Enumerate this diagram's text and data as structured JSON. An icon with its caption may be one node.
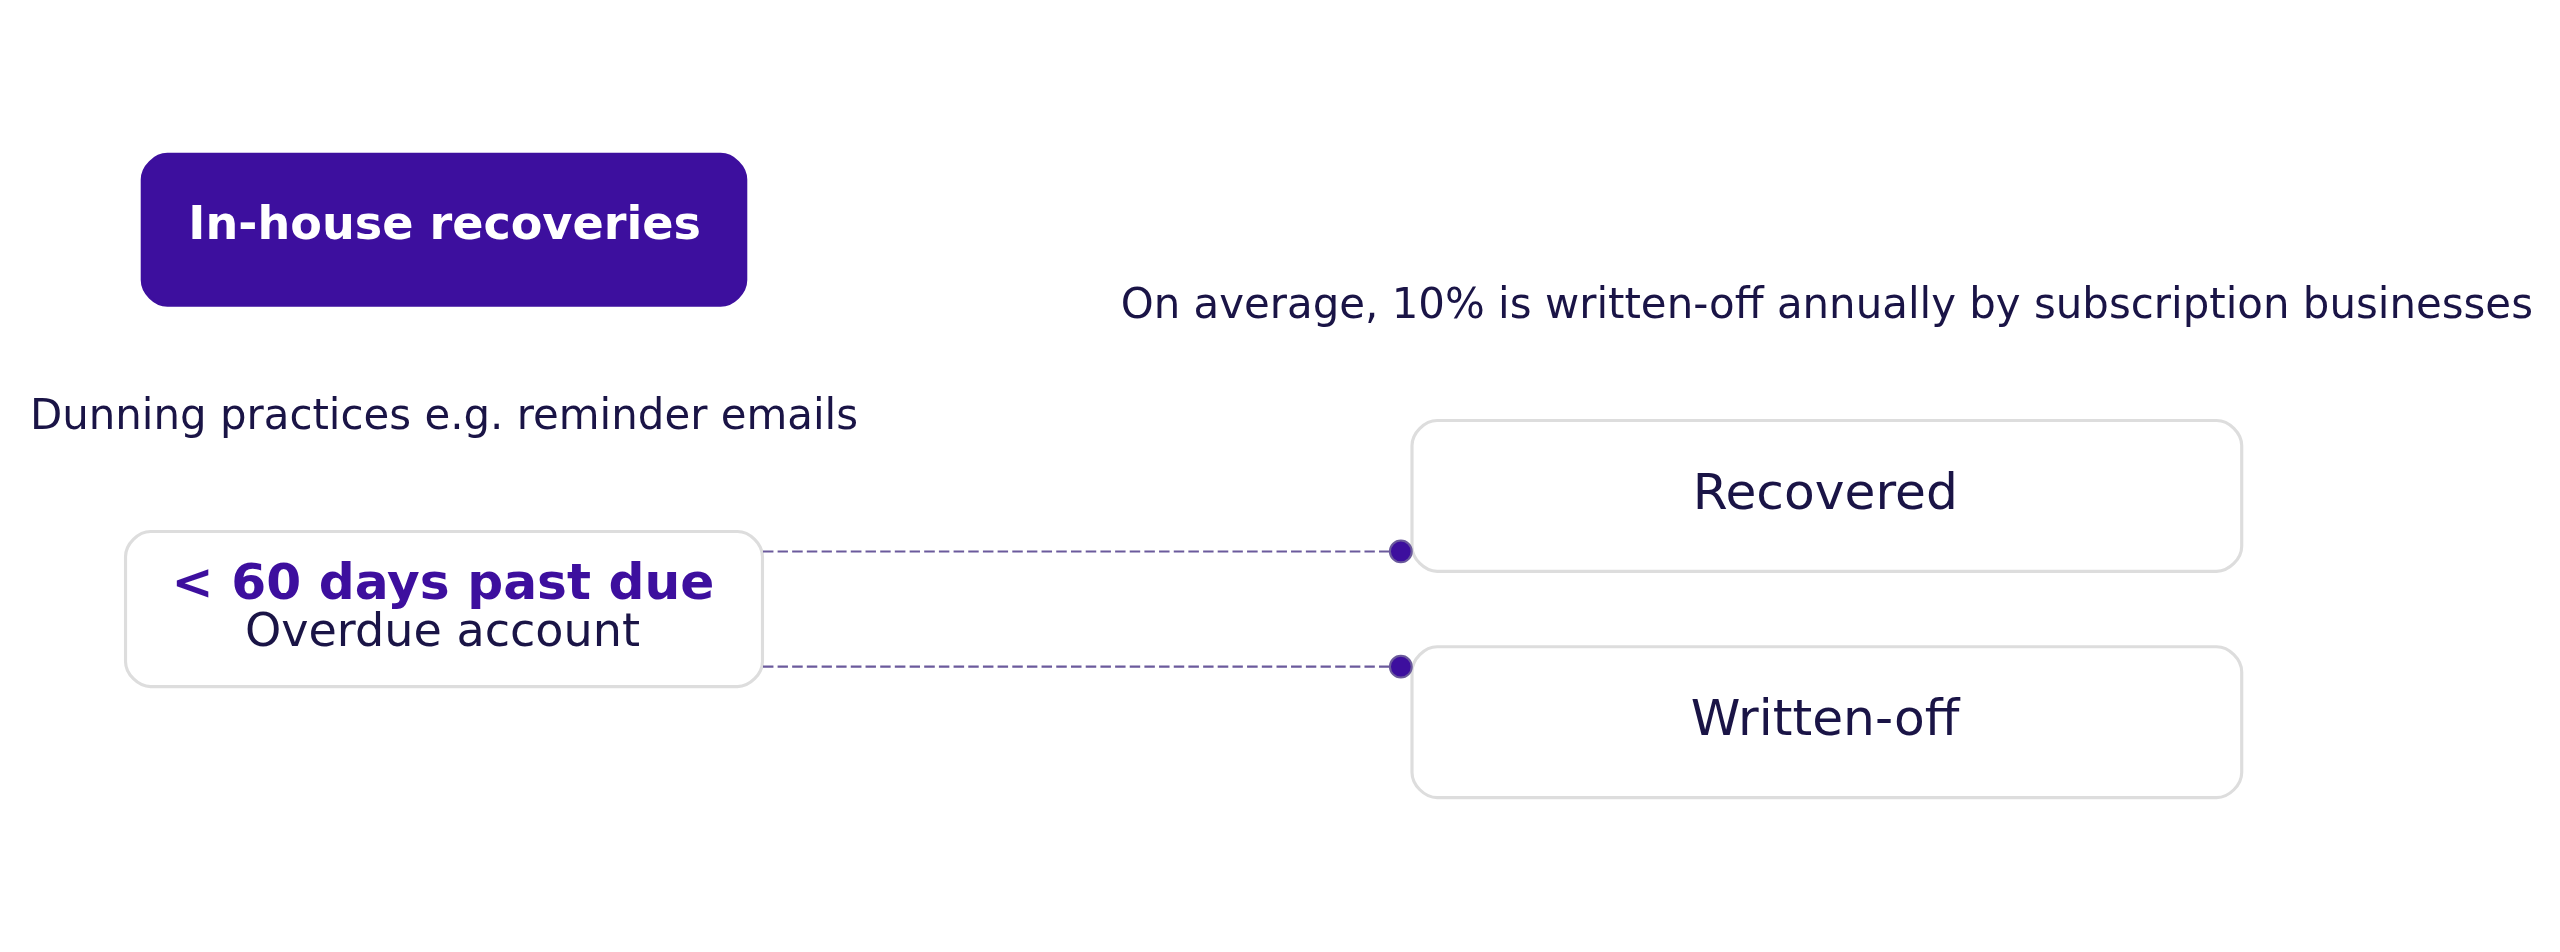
{
  "diagram": {
    "nodes": [
      {
        "text": [
          "In-house recoveries"
        ],
        "beside": [
          "Dunning practices e.g. reminder emails"
        ]
      },
      {
        "text": [
          "< 60 days past due",
          "Overdue account"
        ]
      },
      {
        "text": [
          "Recovered"
        ],
        "beside": [
          "On average, 10% is written-off annually by subscription businesses"
        ]
      },
      {
        "text": [
          "Written-off"
        ]
      }
    ],
    "edges": [
      {
        "from": 1,
        "to": 2,
        "arrow": "other",
        "style": "dashed"
      },
      {
        "from": 1,
        "to": 3,
        "arrow": "other",
        "style": "dashed"
      }
    ]
  }
}
